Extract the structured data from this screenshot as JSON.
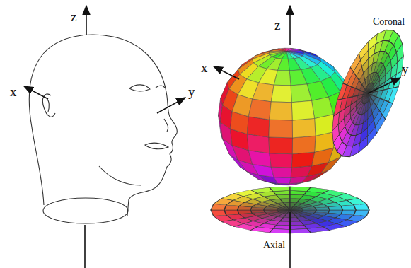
{
  "diagram": {
    "labels": [
      "z",
      "x",
      "y",
      "z",
      "x",
      "y",
      "Coronal",
      "Axial"
    ]
  }
}
